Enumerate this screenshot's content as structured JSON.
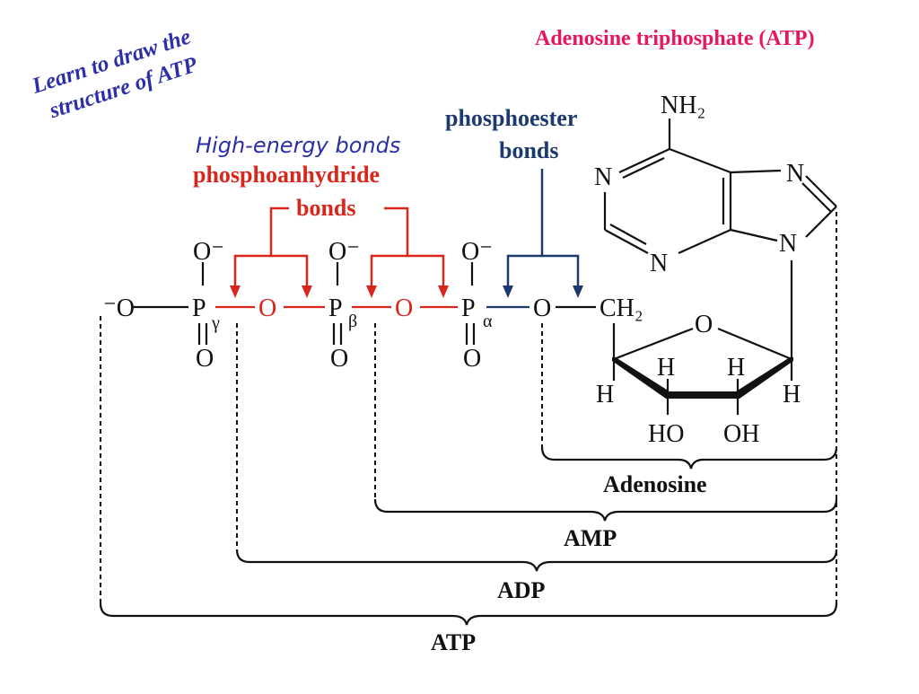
{
  "header": {
    "title": "Adenosine triphosphate (ATP)",
    "subtitle_line1": "Learn to draw the",
    "subtitle_line2": "structure of ATP"
  },
  "labels": {
    "high_energy": "High-energy bonds",
    "phosphoanhydride_line1": "phosphoanhydride",
    "phosphoanhydride_line2": "bonds",
    "phosphoester_line1": "phosphoester",
    "phosphoester_line2": "bonds"
  },
  "atoms": {
    "nh2": "NH₂",
    "n": "N",
    "o": "O",
    "o_minus": "O⁻",
    "minus_o": "⁻O",
    "p": "P",
    "ch2": "CH₂",
    "h": "H",
    "ho": "HO",
    "oh": "OH",
    "gamma": "γ",
    "beta": "β",
    "alpha": "α"
  },
  "brackets": {
    "adenosine": "Adenosine",
    "amp": "AMP",
    "adp": "ADP",
    "atp": "ATP"
  },
  "colors": {
    "title": "#e8175d",
    "subtitle": "#2b2fa8",
    "phosphoanhydride": "#d9261c",
    "phosphoester": "#1c3a6e",
    "black": "#111111"
  }
}
